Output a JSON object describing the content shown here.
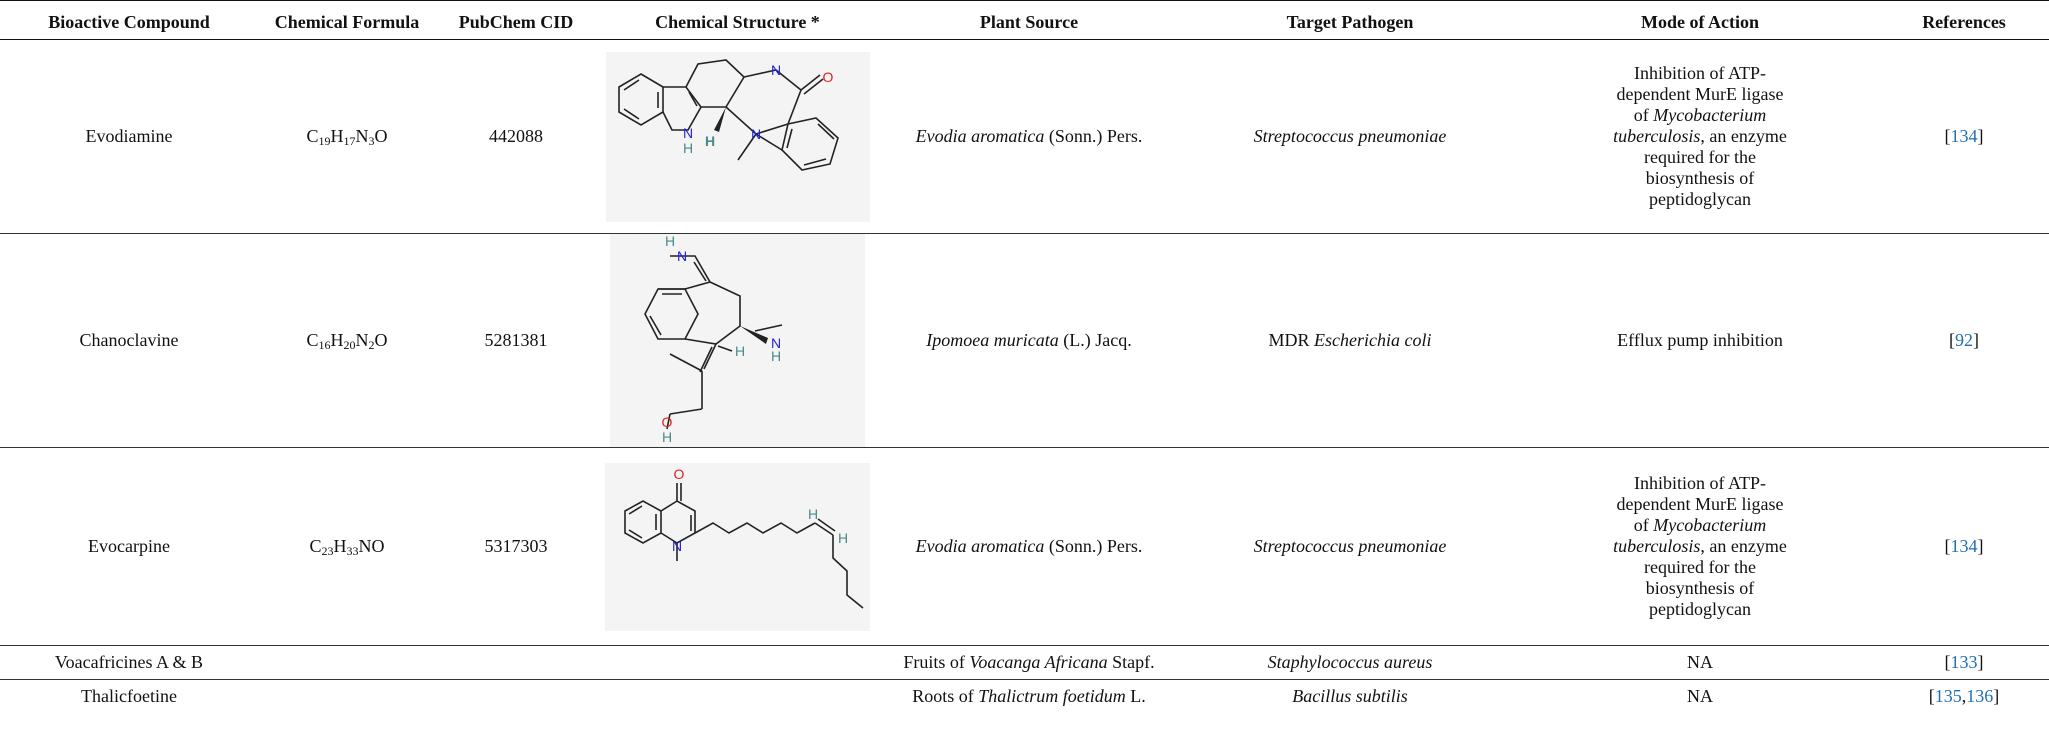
{
  "headers": [
    "Bioactive Compound",
    "Chemical Formula",
    "PubChem CID",
    "Chemical Structure *",
    "Plant Source",
    "Target Pathogen",
    "Mode of Action",
    "References"
  ],
  "rows": [
    {
      "compound": "Evodiamine",
      "formula": [
        {
          "t": "C"
        },
        {
          "s": "19"
        },
        {
          "t": "H"
        },
        {
          "s": "17"
        },
        {
          "t": "N"
        },
        {
          "s": "3"
        },
        {
          "t": "O"
        }
      ],
      "cid": "442088",
      "plant": [
        {
          "i": "Evodia aromatica"
        },
        {
          "t": " (Sonn.) Pers."
        }
      ],
      "pathogen": [
        {
          "i": "Streptococcus pneumoniae"
        }
      ],
      "mode": [
        {
          "t": "Inhibition of ATP-dependent MurE ligase of "
        },
        {
          "i": "Mycobacterium tuberculosis"
        },
        {
          "t": ", an enzyme required for the biosynthesis of peptidoglycan"
        }
      ],
      "refs": [
        "134"
      ]
    },
    {
      "compound": "Chanoclavine",
      "formula": [
        {
          "t": "C"
        },
        {
          "s": "16"
        },
        {
          "t": "H"
        },
        {
          "s": "20"
        },
        {
          "t": "N"
        },
        {
          "s": "2"
        },
        {
          "t": "O"
        }
      ],
      "cid": "5281381",
      "plant": [
        {
          "i": "Ipomoea muricata"
        },
        {
          "t": " (L.) Jacq."
        }
      ],
      "pathogen": [
        {
          "t": "MDR "
        },
        {
          "i": "Escherichia coli"
        }
      ],
      "mode": [
        {
          "t": "Efflux pump inhibition"
        }
      ],
      "refs": [
        "92"
      ]
    },
    {
      "compound": "Evocarpine",
      "formula": [
        {
          "t": "C"
        },
        {
          "s": "23"
        },
        {
          "t": "H"
        },
        {
          "s": "33"
        },
        {
          "t": "NO"
        }
      ],
      "cid": "5317303",
      "plant": [
        {
          "i": "Evodia aromatica"
        },
        {
          "t": " (Sonn.) Pers."
        }
      ],
      "pathogen": [
        {
          "i": "Streptococcus pneumoniae"
        }
      ],
      "mode": [
        {
          "t": "Inhibition of ATP-dependent MurE ligase of "
        },
        {
          "i": "Mycobacterium tuberculosis"
        },
        {
          "t": ", an enzyme required for the biosynthesis of peptidoglycan"
        }
      ],
      "refs": [
        "134"
      ]
    },
    {
      "compound": "Voacafricines A & B",
      "formula": [],
      "cid": "",
      "plant": [
        {
          "t": "Fruits of "
        },
        {
          "i": "Voacanga Africana"
        },
        {
          "t": " Stapf."
        }
      ],
      "pathogen": [
        {
          "i": "Staphylococcus aureus"
        }
      ],
      "mode": [
        {
          "t": "NA"
        }
      ],
      "refs": [
        "133"
      ]
    },
    {
      "compound": "Thalicfoetine",
      "formula": [],
      "cid": "",
      "plant": [
        {
          "t": "Roots of "
        },
        {
          "i": "Thalictrum foetidum"
        },
        {
          "t": " L."
        }
      ],
      "pathogen": [
        {
          "i": "Bacillus subtilis"
        }
      ],
      "mode": [
        {
          "t": "NA"
        }
      ],
      "refs": [
        "135",
        "136"
      ]
    }
  ],
  "atom_labels": {
    "r0": [
      "N",
      "H",
      "H",
      "N",
      "N",
      "O"
    ],
    "r1": [
      "H",
      "N",
      "N",
      "H",
      "H",
      "O",
      "H"
    ],
    "r2": [
      "O",
      "N",
      "H",
      "H"
    ]
  },
  "colors": {
    "link": "#1f6fb5",
    "nitrogen": "#2222dd",
    "oxygen": "#e0201a",
    "hydrogen": "#4a8a8a"
  }
}
